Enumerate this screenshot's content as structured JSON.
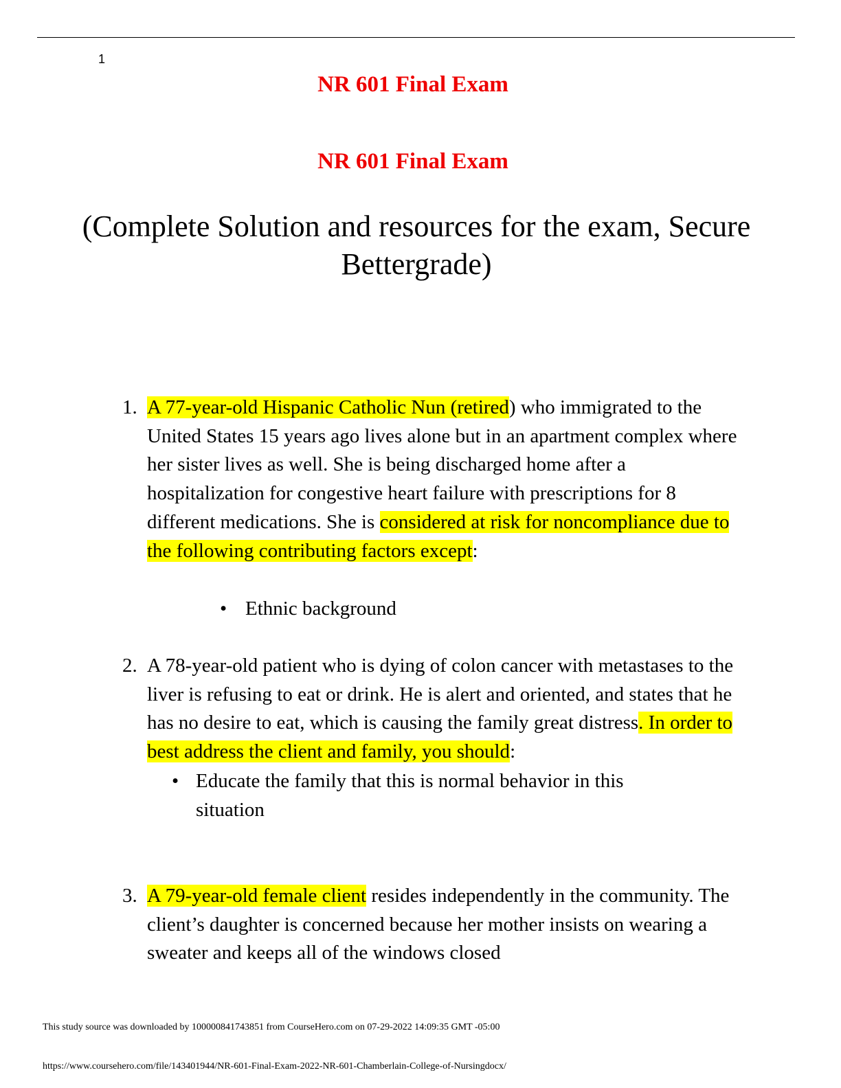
{
  "page_number": "1",
  "title_1": "NR 601 Final Exam",
  "title_2": "NR 601 Final Exam",
  "subtitle": "(Complete Solution and resources for the exam, Secure Bettergrade)",
  "questions": [
    {
      "number": "1.",
      "parts": [
        {
          "text": "A 77-year-old Hispanic Catholic Nun (retired",
          "hl": true
        },
        {
          "text": ") who immigrated to the United States 15 years ago lives alone but in an apartment complex where her sister lives as well. She is being discharged home after a hospitalization for congestive heart failure with prescriptions for 8 different medications. She is ",
          "hl": false
        },
        {
          "text": "considered at risk for noncompliance due to the following contributing factors except",
          "hl": true
        },
        {
          "text": ":",
          "hl": false
        }
      ],
      "answer": "Ethnic background"
    },
    {
      "number": "2.",
      "parts": [
        {
          "text": "A 78-year-old patient who is dying of colon cancer with metastases to the liver is refusing to eat or drink. He is alert and oriented, and states that he has no desire to eat, which is causing the family great distress",
          "hl": false
        },
        {
          "text": ". In order to best address the client and family, you should",
          "hl": true
        },
        {
          "text": ":",
          "hl": false
        }
      ],
      "answer": "Educate the family that this is normal behavior in this situation"
    },
    {
      "number": "3.",
      "parts": [
        {
          "text": "A 79-year-old female client",
          "hl": true
        },
        {
          "text": " resides independently in the community. The client’s daughter is concerned because her mother insists on wearing a sweater and keeps all of the windows closed",
          "hl": false
        }
      ]
    }
  ],
  "bullet_glyph": "•",
  "footer": {
    "download_note": "This study source was downloaded by 100000841743851 from CourseHero.com on 07-29-2022 14:09:35 GMT -05:00",
    "url": "https://www.coursehero.com/file/143401944/NR-601-Final-Exam-2022-NR-601-Chamberlain-College-of-Nursingdocx/"
  }
}
